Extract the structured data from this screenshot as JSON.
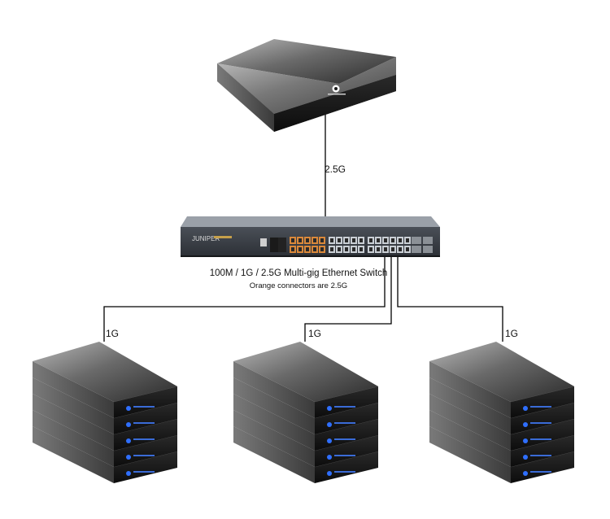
{
  "diagram": {
    "uplink": {
      "speed": "2.5G"
    },
    "switch": {
      "title": "100M / 1G / 2.5G Multi-gig Ethernet Switch",
      "subtitle": "Orange connectors are 2.5G",
      "brand_logo": "juniper-logo"
    },
    "links": [
      {
        "speed": "1G"
      },
      {
        "speed": "1G"
      },
      {
        "speed": "1G"
      }
    ],
    "stacks": [
      {
        "units": 5
      },
      {
        "units": 5
      },
      {
        "units": 5
      }
    ],
    "colors": {
      "line": "#000000",
      "orange_port": "#d9883a",
      "led_blue": "#2f6fff",
      "device_dark": "#1e1e1e"
    }
  }
}
